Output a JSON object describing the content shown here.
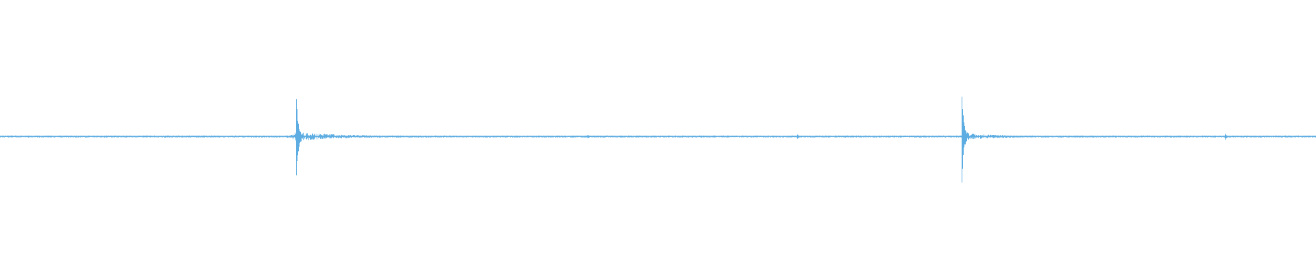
{
  "waveform": {
    "color": "#5dade2",
    "background": "#ffffff",
    "baseline_amplitude": 0.004,
    "events": [
      {
        "position": 0.2245,
        "peak_up": 0.5,
        "peak_down": 0.5,
        "decay": 0.04,
        "pre_noise": 0.035
      },
      {
        "position": 0.4465,
        "peak_up": 0.012,
        "peak_down": 0.012,
        "decay": 0.003,
        "pre_noise": 0.01
      },
      {
        "position": 0.6055,
        "peak_up": 0.018,
        "peak_down": 0.02,
        "decay": 0.006,
        "pre_noise": 0.004
      },
      {
        "position": 0.7305,
        "peak_up": 0.42,
        "peak_down": 0.42,
        "decay": 0.03,
        "pre_noise": 0.0
      },
      {
        "position": 0.9305,
        "peak_up": 0.022,
        "peak_down": 0.028,
        "decay": 0.01,
        "pre_noise": 0.0
      }
    ]
  }
}
